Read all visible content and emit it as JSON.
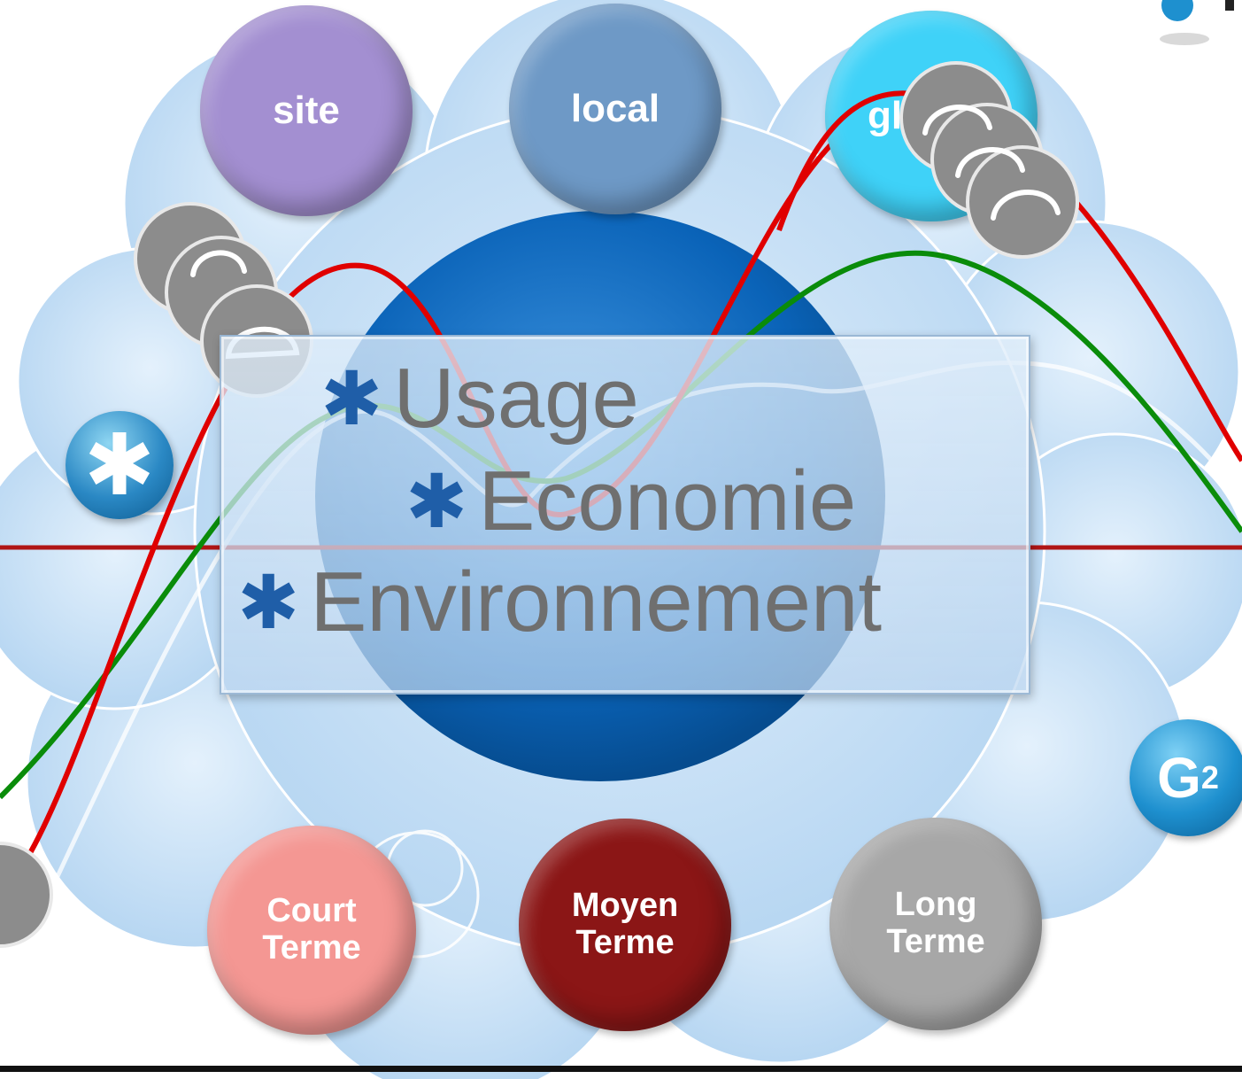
{
  "scope_bubbles": {
    "site": "site",
    "local": "local",
    "global": "gl"
  },
  "term_bubbles": {
    "court": "Court\nTerme",
    "moyen": "Moyen\nTerme",
    "long": "Long\nTerme"
  },
  "panel": {
    "lines": [
      "Usage",
      "Economie",
      "Environnement"
    ],
    "bullet_icon": "dragonfly-icon"
  },
  "logos": {
    "g2_mark": "G",
    "g2_superscript": "2"
  },
  "colors": {
    "cloud": "#bcdcf6",
    "center_disc": "#0a63b8",
    "curve_red": "#e00000",
    "curve_green": "#0a8c0a",
    "axis_line": "#b01515",
    "site": "#a38fd1",
    "local": "#6e99c6",
    "global": "#3fd2f8",
    "court_terme": "#f49793",
    "moyen_terme": "#8b1616",
    "long_terme": "#a7a7a7"
  },
  "icons": [
    "electric-car-icon",
    "dragonfly-icon",
    "g2-logo"
  ]
}
